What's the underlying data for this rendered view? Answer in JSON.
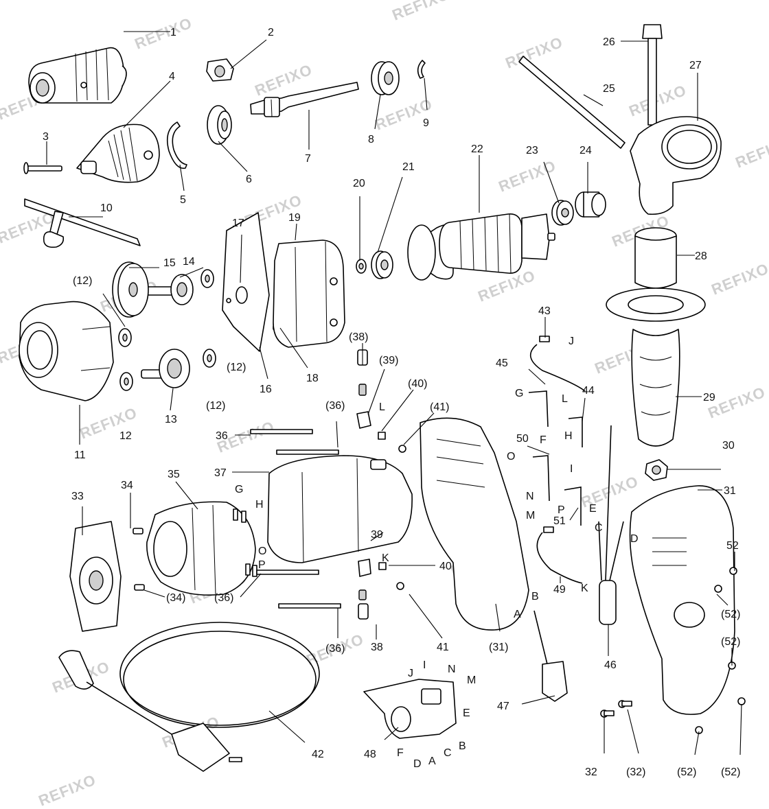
{
  "watermark": "REFIXO",
  "callouts": {
    "c1": "1",
    "c2": "2",
    "c3": "3",
    "c4": "4",
    "c5": "5",
    "c6": "6",
    "c7": "7",
    "c8": "8",
    "c9": "9",
    "c10": "10",
    "c11": "11",
    "c12a": "(12)",
    "c12b": "(12)",
    "c12c": "(12)",
    "c12d": "12",
    "c13": "13",
    "c14": "14",
    "c15": "15",
    "c16": "16",
    "c17": "17",
    "c18": "18",
    "c19": "19",
    "c20": "20",
    "c21": "21",
    "c22": "22",
    "c23": "23",
    "c24": "24",
    "c25": "25",
    "c26": "26",
    "c27": "27",
    "c28": "28",
    "c29": "29",
    "c30": "30",
    "c31a": "31",
    "c31b": "(31)",
    "c32a": "32",
    "c32b": "(32)",
    "c33": "33",
    "c34a": "34",
    "c34b": "(34)",
    "c35": "35",
    "c36a": "36",
    "c36b": "(36)",
    "c36c": "(36)",
    "c36d": "(36)",
    "c37": "37",
    "c38a": "(38)",
    "c38b": "38",
    "c39a": "(39)",
    "c39b": "39",
    "c40a": "(40)",
    "c40b": "40",
    "c41a": "(41)",
    "c41b": "41",
    "c42": "42",
    "c43": "43",
    "c44": "44",
    "c45": "45",
    "c46": "46",
    "c47": "47",
    "c48": "48",
    "c49": "49",
    "c50": "50",
    "c51": "51",
    "c52a": "52",
    "c52b": "(52)",
    "c52c": "(52)",
    "c52d": "(52)",
    "c52e": "(52)"
  },
  "connectors": {
    "J1": "J",
    "L1": "L",
    "G1": "G",
    "F1": "F",
    "H1": "H",
    "I1": "I",
    "O1": "O",
    "N1": "N",
    "P1": "P",
    "M1": "M",
    "E1": "E",
    "C1": "C",
    "D1": "D",
    "K1": "K",
    "B1": "B",
    "A1": "A",
    "L2": "L",
    "K2": "K",
    "G2": "G",
    "H2": "H",
    "O2": "O",
    "P2": "P",
    "J3": "J",
    "I3": "I",
    "N3": "N",
    "M3": "M",
    "E3": "E",
    "F3": "F",
    "D3": "D",
    "A3": "A",
    "C3": "C",
    "B3": "B"
  }
}
